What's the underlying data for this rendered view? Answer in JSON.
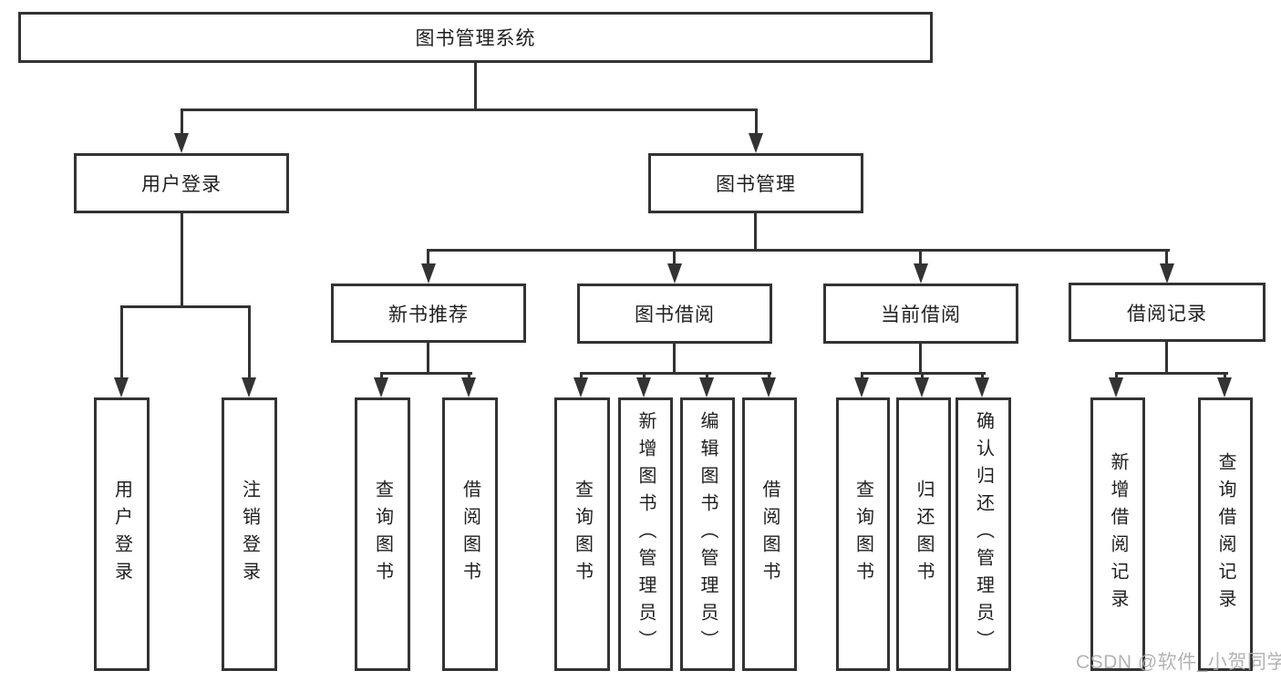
{
  "tree": {
    "root": "图书管理系统",
    "level2": [
      "用户登录",
      "图书管理"
    ],
    "login_children": [
      "用户登录",
      "注销登录"
    ],
    "modules": [
      {
        "label": "新书推荐",
        "children": [
          "查询图书",
          "借阅图书"
        ]
      },
      {
        "label": "图书借阅",
        "children": [
          "查询图书",
          "新增图书（管理员）",
          "编辑图书（管理员）",
          "借阅图书"
        ]
      },
      {
        "label": "当前借阅",
        "children": [
          "查询图书",
          "归还图书",
          "确认归还（管理员）"
        ]
      },
      {
        "label": "借阅记录",
        "children": [
          "新增借阅记录",
          "查询借阅记录"
        ]
      }
    ]
  },
  "watermark": "CSDN @软件_小贺同学",
  "colors": {
    "line": "#333333",
    "text": "#1f1f1f",
    "watermark": "#a9a9a9",
    "background": "#ffffff"
  }
}
